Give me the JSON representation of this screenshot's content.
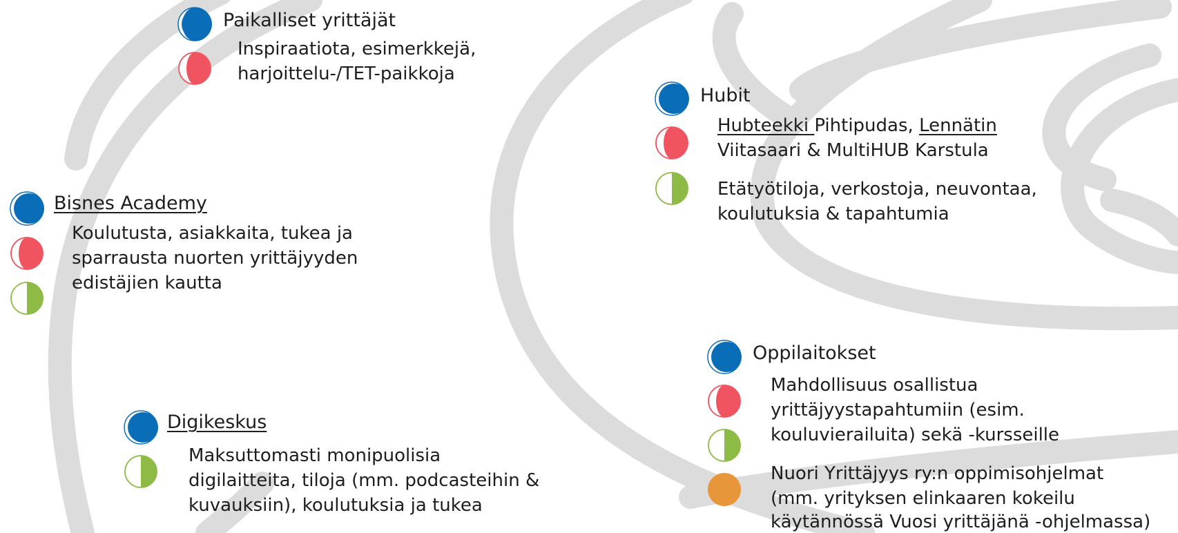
{
  "colors": {
    "background": "#ffffff",
    "swirl": "#dcdcdc",
    "blue": "#0a6db8",
    "red": "#f05461",
    "green": "#8dbb45",
    "orange": "#e8963a"
  },
  "legend_icons": [
    "blue-crescent-icon",
    "red-half-moon-icon",
    "green-half-moon-icon",
    "orange-circle-icon"
  ],
  "cards": {
    "paikalliset": {
      "title": "Paikalliset yrittäjät",
      "desc_line1": "Inspiraatiota, esimerkkejä,",
      "desc_line2": "harjoittelu-/TET-paikkoja"
    },
    "hubit": {
      "title": "Hubit",
      "link1": "Hubteekki ",
      "text1": "Pihtipudas, ",
      "link2": "Lennätin",
      "line2": "Viitasaari & MultiHUB Karstula",
      "desc2_line1": "Etätyötiloja, verkostoja, neuvontaa,",
      "desc2_line2": "koulutuksia & tapahtumia"
    },
    "bisnes": {
      "title": "Bisnes Academy ",
      "desc_line1": "Koulutusta, asiakkaita, tukea ja",
      "desc_line2": "sparrausta nuorten yrittäjyyden",
      "desc_line3": "edistäjien kautta"
    },
    "oppilaitokset": {
      "title": "Oppilaitokset",
      "desc_line1": "Mahdollisuus osallistua",
      "desc_line2": "yrittäjyystapahtumiin (esim.",
      "desc_line3": "kouluvierailuita) sekä -kursseille",
      "desc2_line1": "Nuori Yrittäjyys ry:n oppimisohjelmat",
      "desc2_line2": "(mm. yrityksen elinkaaren kokeilu",
      "desc2_line3": "käytännössä Vuosi yrittäjänä -ohjelmassa)"
    },
    "digikeskus": {
      "title": "Digikeskus ",
      "desc_line1": "Maksuttomasti monipuolisia",
      "desc_line2": "digilaitteita, tiloja (mm. podcasteihin &",
      "desc_line3": "kuvauksiin), koulutuksia ja tukea"
    }
  }
}
